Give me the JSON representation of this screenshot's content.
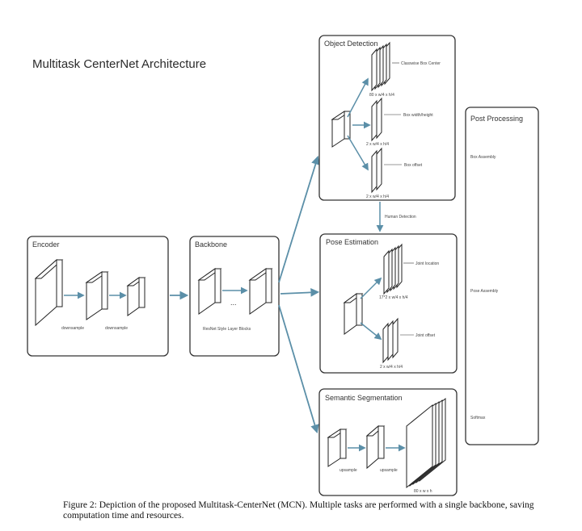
{
  "title": "Multitask CenterNet Architecture",
  "encoder": {
    "label": "Encoder",
    "step1": "downsample",
    "step2": "downsample"
  },
  "backbone": {
    "label": "Backbone",
    "ellipsis": "...",
    "blocks_label": "ResNet Style Layer Blocks"
  },
  "object_detection": {
    "label": "Object Detection",
    "heads": [
      {
        "name": "Classwise Box Center",
        "dims": "80 x w/4 x h/4"
      },
      {
        "name": "Box width/height",
        "dims": "2 x w/4 x h/4"
      },
      {
        "name": "Box offset",
        "dims": "2 x w/4 x h/4"
      }
    ]
  },
  "human_detection": "Human Detection",
  "pose_estimation": {
    "label": "Pose Estimation",
    "heads": [
      {
        "name": "Joint location",
        "dims": "17*2 x w/4 x h/4"
      },
      {
        "name": "Joint offset",
        "dims": "2 x w/4 x h/4"
      }
    ]
  },
  "semantic_segmentation": {
    "label": "Semantic Segmentation",
    "step1": "upsample",
    "step2": "upsample",
    "dims": "80 x w x h"
  },
  "post_processing": {
    "label": "Post Processing",
    "items": [
      "Box Assembly",
      "Pose Assembly",
      "Softmax"
    ]
  },
  "caption": "Figure 2: Depiction of the proposed Multitask-CenterNet (MCN). Multiple tasks are performed with a single backbone, saving computation time and resources.",
  "colors": {
    "arrow": "#5b8fa8",
    "panel_border": "#333333",
    "block_fill": "#ffffff"
  }
}
